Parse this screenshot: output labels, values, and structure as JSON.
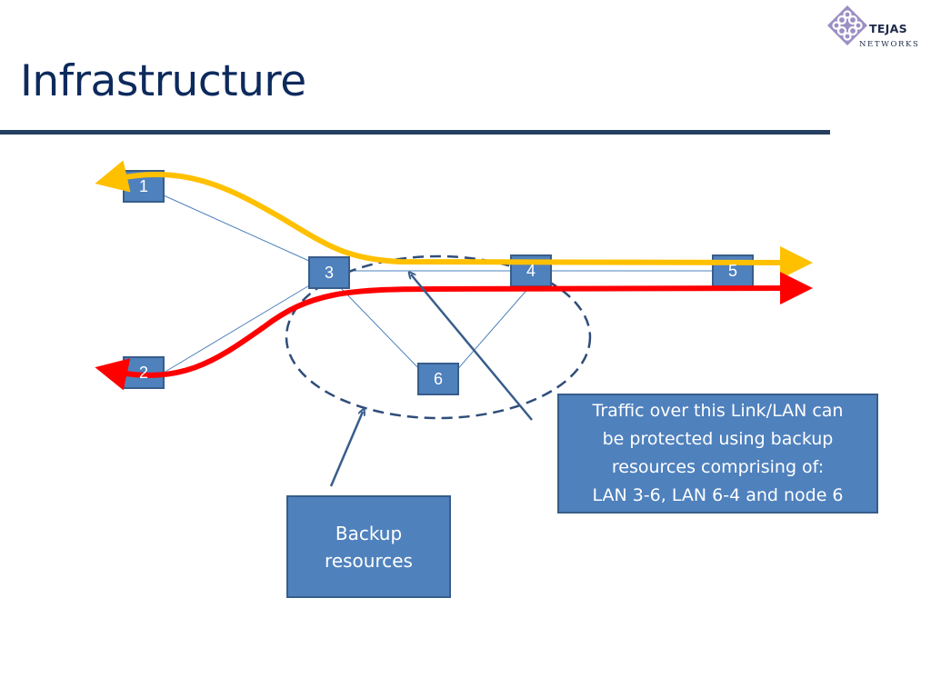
{
  "title": "Infrastructure",
  "logo": {
    "name": "TEJAS",
    "subtitle": "NETWORKS",
    "colors": {
      "diamond": "#9b8fc4",
      "knot": "#ffffff",
      "text": "#1e2a4a"
    }
  },
  "colors": {
    "title": "#0d2a5c",
    "rule": "#243f60",
    "node_fill": "#4f81bd",
    "node_border": "#385d8a",
    "link": "#4f81bd",
    "yellow_path": "#ffc000",
    "red_path": "#ff0000",
    "dashed_ellipse": "#2f4d7a",
    "pointer_arrow": "#385d8a"
  },
  "diagram": {
    "nodes": [
      {
        "id": "1",
        "label": "1"
      },
      {
        "id": "2",
        "label": "2"
      },
      {
        "id": "3",
        "label": "3"
      },
      {
        "id": "4",
        "label": "4"
      },
      {
        "id": "5",
        "label": "5"
      },
      {
        "id": "6",
        "label": "6"
      }
    ],
    "links": [
      {
        "from": "1",
        "to": "3"
      },
      {
        "from": "2",
        "to": "3"
      },
      {
        "from": "3",
        "to": "4"
      },
      {
        "from": "4",
        "to": "5"
      },
      {
        "from": "3",
        "to": "6"
      },
      {
        "from": "6",
        "to": "4"
      }
    ],
    "traffic_paths": [
      {
        "color": "yellow",
        "from": "5",
        "to": "1",
        "bidirectional": true
      },
      {
        "color": "red",
        "from": "2",
        "to": "5",
        "bidirectional": true
      }
    ],
    "backup_region": [
      "3",
      "6",
      "4"
    ]
  },
  "callouts": {
    "backup": {
      "lines": [
        "Backup",
        "resources"
      ]
    },
    "traffic": {
      "lines": [
        "Traffic over this Link/LAN can",
        "be protected using backup",
        "resources comprising of:",
        "LAN 3-6, LAN 6-4 and node 6"
      ]
    }
  }
}
